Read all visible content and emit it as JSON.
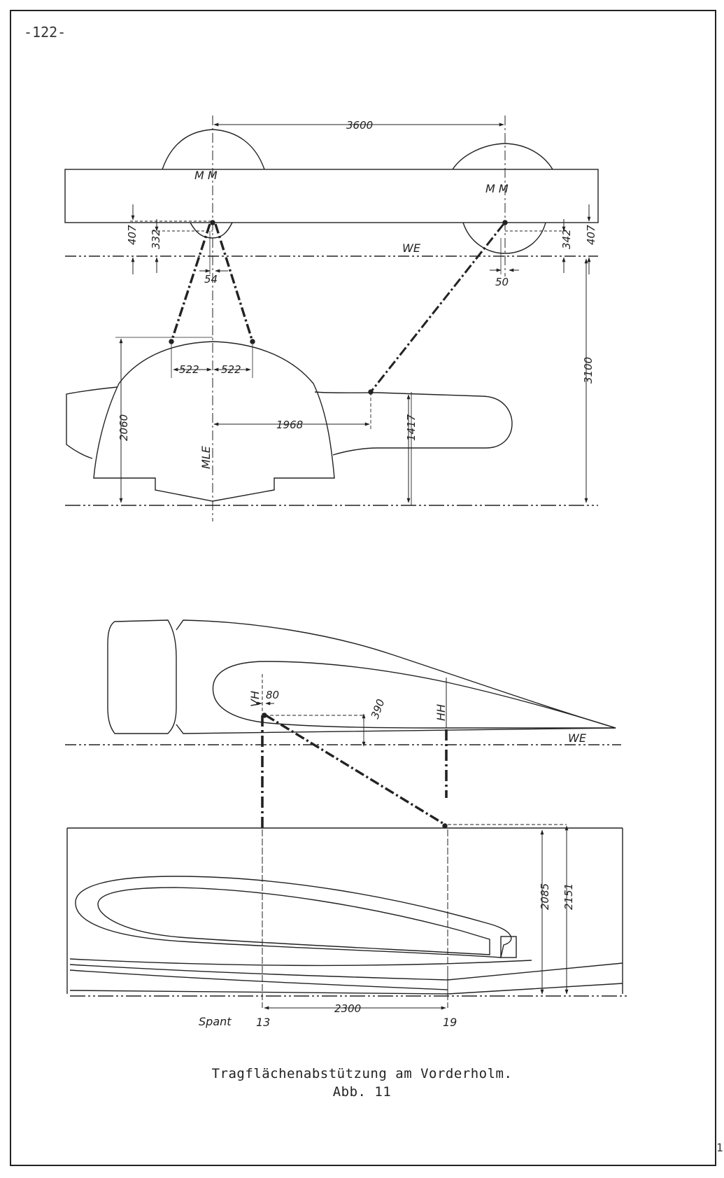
{
  "page": {
    "number": "-122-",
    "caption_title": "Tragflächenabstützung am Vorderholm.",
    "caption_fig": "Abb. 11",
    "edge_mark": "1"
  },
  "front_view": {
    "labels": {
      "mm_left": "M M",
      "mm_right": "M M",
      "we": "WE",
      "mle": "MLE"
    },
    "dimensions": {
      "span": "3600",
      "left_407": "407",
      "left_332": "332",
      "offset_54": "54",
      "right_50": "50",
      "right_342": "342",
      "right_407": "407",
      "height_3100": "3100",
      "half_522_left": "522",
      "half_522_right": "522",
      "height_2060": "2060",
      "dist_1968": "1968",
      "height_1417": "1417"
    }
  },
  "side_view": {
    "labels": {
      "vh": "VH",
      "hh": "HH",
      "we": "WE",
      "spant": "Spant",
      "spant_13": "13",
      "spant_19": "19"
    },
    "dimensions": {
      "offset_80": "80",
      "height_390": "390",
      "height_2085": "2085",
      "height_2151": "2151",
      "dist_2300": "2300"
    }
  }
}
